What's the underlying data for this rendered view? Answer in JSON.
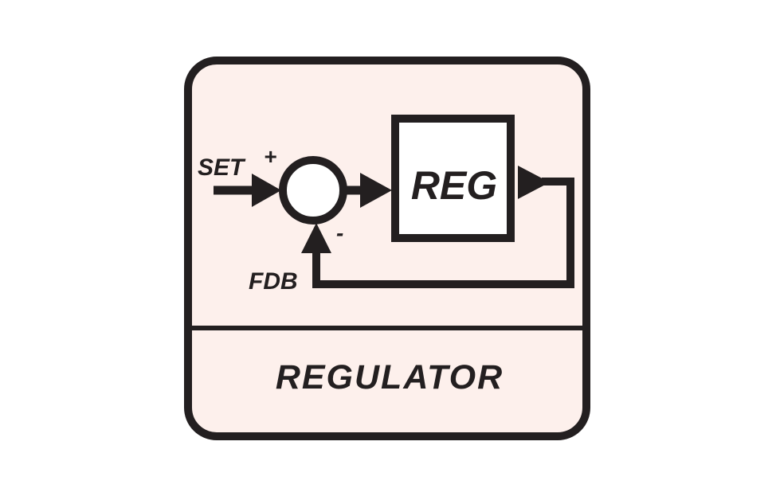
{
  "block": {
    "title": "REGULATOR",
    "fill_color": "#fdf0ec",
    "stroke_color": "#231f20"
  },
  "inputs": {
    "set_label": "SET",
    "set_sign": "+",
    "feedback_label": "FDB",
    "feedback_sign": "-"
  },
  "regulator_box": {
    "label": "REG"
  },
  "icons": {
    "summing_junction": "circle",
    "signal_arrows": "arrowhead-right",
    "feedback_arrow": "arrowhead-up"
  }
}
